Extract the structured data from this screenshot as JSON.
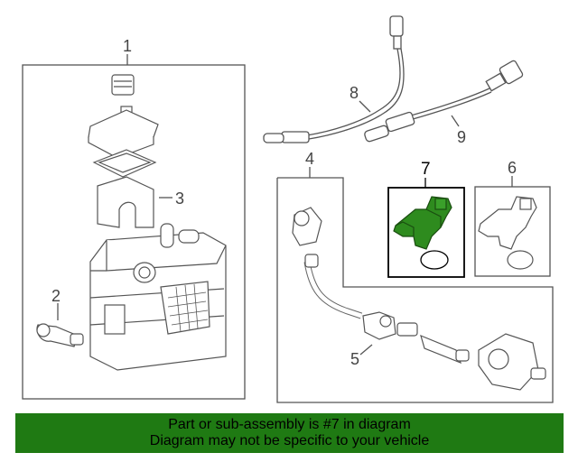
{
  "callouts": {
    "c1": "1",
    "c2": "2",
    "c3": "3",
    "c4": "4",
    "c5": "5",
    "c6": "6",
    "c7": "7",
    "c8": "8",
    "c9": "9"
  },
  "banner": {
    "line1": "Part or sub-assembly is #7 in diagram",
    "line2": "Diagram may not be specific to your vehicle"
  },
  "colors": {
    "highlight": "#2e8b1e",
    "banner_bg": "#1f7a13",
    "line": "#555555"
  }
}
